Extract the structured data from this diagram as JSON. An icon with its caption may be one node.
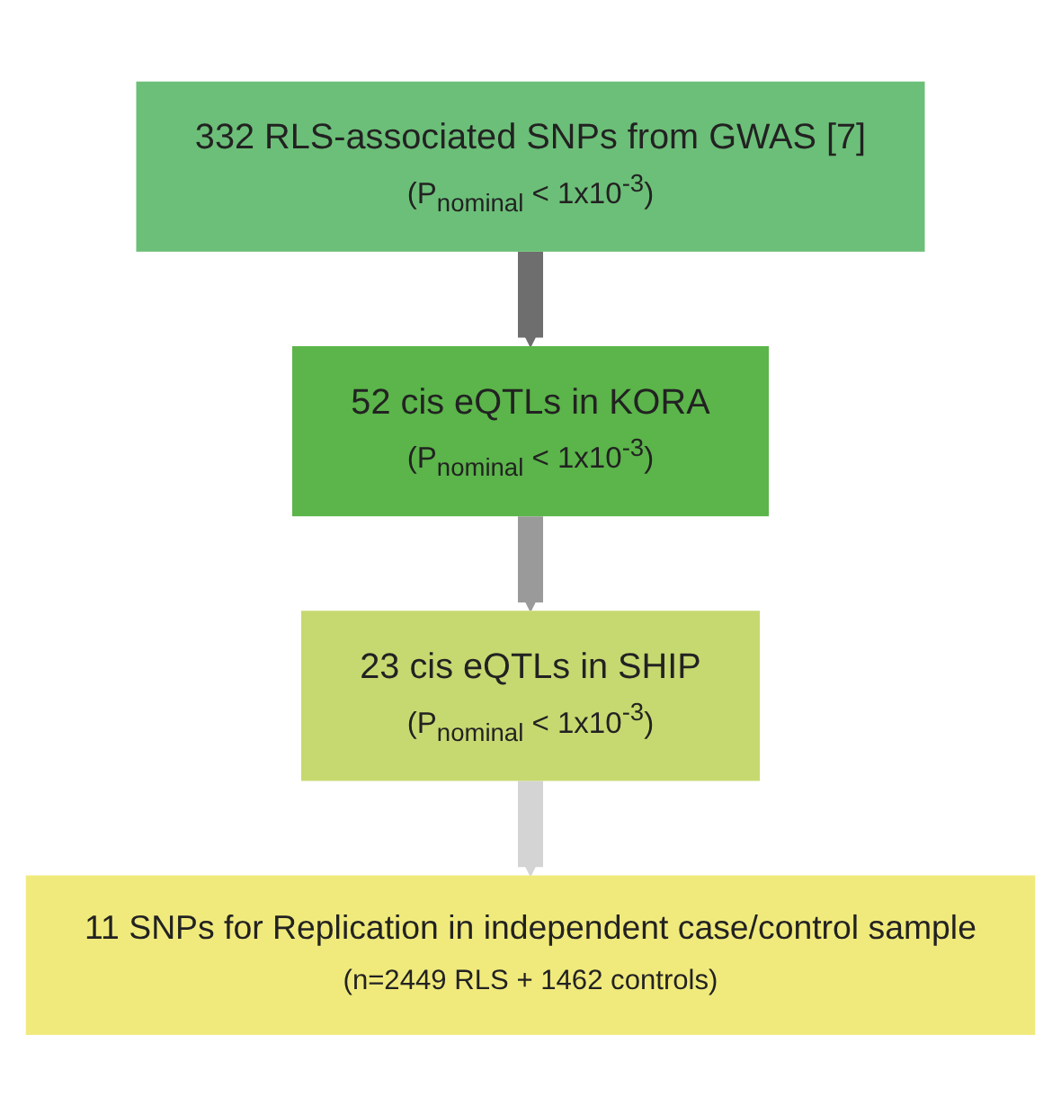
{
  "diagram": {
    "nodes": [
      {
        "text": [
          "332 RLS-associated SNPs from GWAS [7]",
          "(P$_{nominal}$ < 1x10$^{-3}$)"
        ]
      },
      {
        "text": [
          "52 cis eQTLs in KORA",
          "(P$_{nominal}$ < 1x10$^{-3}$)"
        ]
      },
      {
        "text": [
          "23 cis eQTLs in SHIP",
          "(P$_{nominal}$ < 1x10$^{-3}$)"
        ]
      },
      {
        "text": [
          "11 SNPs for Replication in independent case/control sample",
          "(n=2449 RLS + 1462 controls)"
        ]
      }
    ],
    "edges": [
      {
        "from": 0,
        "to": 1,
        "arrow": "to",
        "color": "#6e6e6e"
      },
      {
        "from": 1,
        "to": 2,
        "arrow": "to",
        "color": "#9a9a9a"
      },
      {
        "from": 2,
        "to": 3,
        "arrow": "to",
        "color": "#d4d4d4"
      }
    ]
  }
}
